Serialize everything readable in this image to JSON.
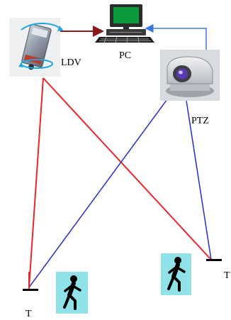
{
  "labels": {
    "ldv": "LDV",
    "pc": "PC",
    "ptz": "PTZ",
    "target_left": "T",
    "target_right": "T"
  },
  "colors": {
    "ldv_beam": "#e8262a",
    "ptz_beam": "#2a2ad0",
    "ldv_to_pc_arrow": "#8b1a1a",
    "ptz_to_pc_arrow": "#3a7ae0",
    "pedestrian_sign_bg": "#8fe3e8",
    "pc_screen": "#0a9a3a"
  },
  "icons": {
    "pc": "desktop-computer-icon",
    "ldv": "laser-doppler-vibrometer-icon",
    "ptz": "ptz-camera-icon",
    "pedestrian": "walking-person-icon"
  }
}
